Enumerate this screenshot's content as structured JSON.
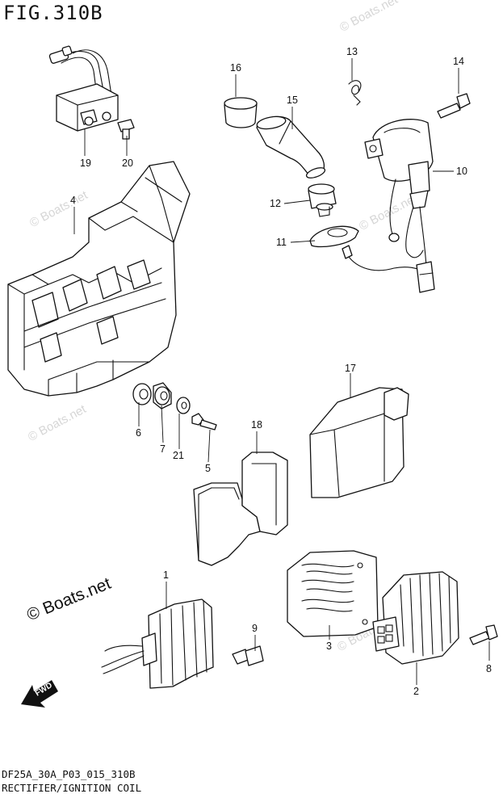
{
  "figure": {
    "title": "FIG.310B",
    "code": "DF25A_30A_P03_015_310B",
    "description": "RECTIFIER/IGNITION COIL"
  },
  "copyright": "© Boats.net",
  "watermark": "© Boats.net",
  "callouts": {
    "p1": "1",
    "p2": "2",
    "p3": "3",
    "p4": "4",
    "p5": "5",
    "p6": "6",
    "p7": "7",
    "p8": "8",
    "p9": "9",
    "p10": "10",
    "p11": "11",
    "p12": "12",
    "p13": "13",
    "p14": "14",
    "p15": "15",
    "p16": "16",
    "p17": "17",
    "p18": "18",
    "p19": "19",
    "p20": "20",
    "p21": "21"
  },
  "direction_arrow": "FWD"
}
